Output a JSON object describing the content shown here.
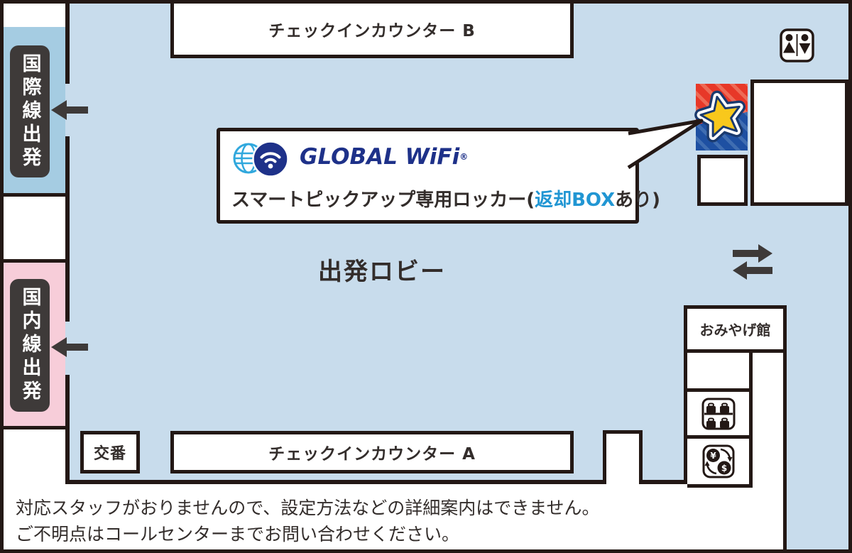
{
  "map": {
    "checkin_counter_b": "チェックインカウンター B",
    "checkin_counter_a": "チェックインカウンター A",
    "international_departure": "国際線出発",
    "domestic_departure": "国内線出発",
    "departure_lobby": "出発ロビー",
    "souvenir_hall": "おみやげ館",
    "police_box": "交番"
  },
  "callout": {
    "brand_name": "GLOBAL WiFi",
    "registered_mark": "®",
    "description_prefix": "スマートピックアップ専用ロッカー(",
    "description_highlight": "返却BOX",
    "description_suffix": "あり)"
  },
  "footnote": {
    "line1": "対応スタッフがおりませんので、設定方法などの詳細案内はできません。",
    "line2": "ご不明点はコールセンターまでお問い合わせください。"
  },
  "icons": {
    "elevator": "elevator-icon",
    "coin_lockers": "coin-lockers-icon",
    "currency_exchange": "currency-exchange-icon",
    "currency_yen": "¥",
    "currency_dollar": "$",
    "globe": "globe-icon",
    "wifi": "wifi-icon",
    "star_marker": "star-marker-icon",
    "left_arrow": "left-arrow-icon",
    "two_way_arrows": "two-way-arrows-icon"
  },
  "colors": {
    "outline_black": "#231815",
    "floor_blue": "#c8dcec",
    "international_zone_blue": "#a5cce2",
    "domestic_zone_pink": "#f7cdd9",
    "sign_dark": "#3e3a39",
    "brand_navy": "#1e3189",
    "brand_light_blue": "#31a8dd",
    "highlight_blue": "#2196d3",
    "star_red": "#e73828",
    "star_blue": "#1e50a2",
    "star_yellow": "#f8c81c"
  }
}
